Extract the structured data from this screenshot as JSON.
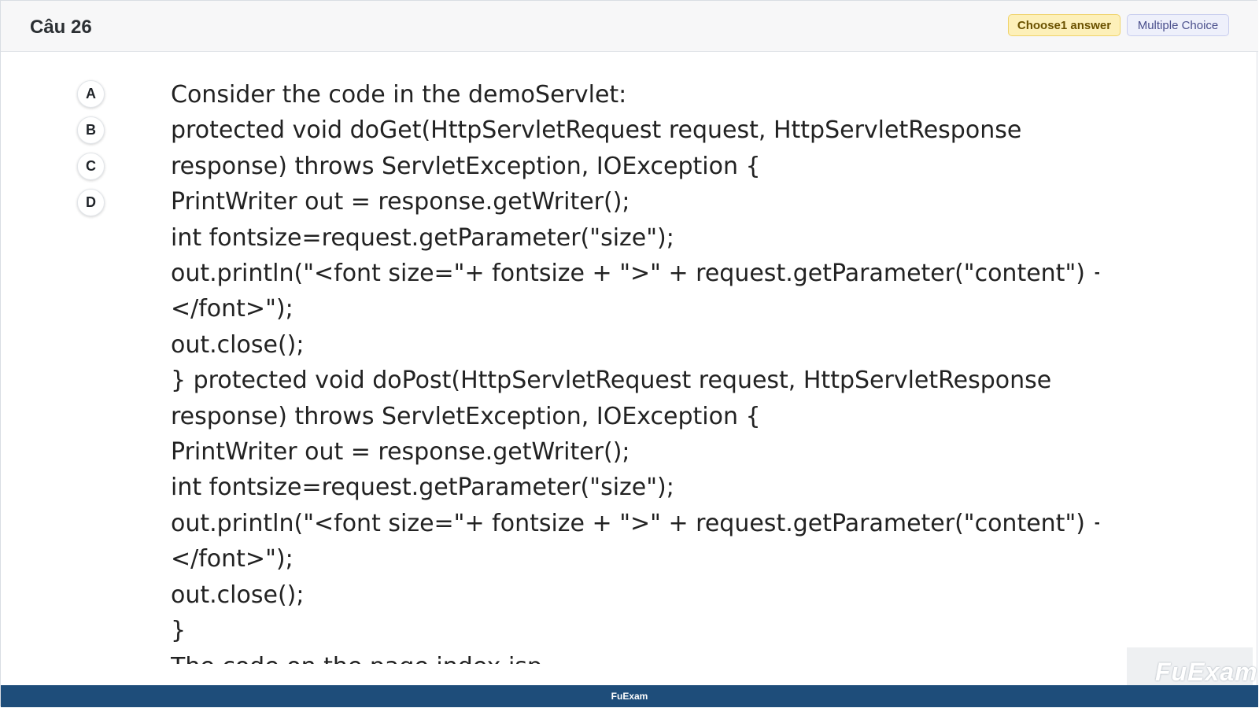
{
  "header": {
    "question_number": "Câu 26",
    "badge_choose": "Choose1 answer",
    "badge_type": "Multiple Choice"
  },
  "options": [
    "A",
    "B",
    "C",
    "D"
  ],
  "question_lines": [
    "Consider the code in the demoServlet:",
    "protected void doGet(HttpServletRequest request, HttpServletResponse",
    "response) throws ServletException, IOException {",
    "PrintWriter out = response.getWriter();",
    "int fontsize=request.getParameter(\"size\");",
    "out.println(\"<font size=\"+ fontsize + \">\" + request.getParameter(\"content\") + \"",
    "</font>\");",
    "out.close();",
    "} protected void doPost(HttpServletRequest request, HttpServletResponse",
    "response) throws ServletException, IOException {",
    "PrintWriter out = response.getWriter();",
    "int fontsize=request.getParameter(\"size\");",
    "out.println(\"<font size=\"+ fontsize + \">\" + request.getParameter(\"content\") + \"",
    "</font>\");",
    "out.close();",
    "}",
    "The code on the page index.jsp"
  ],
  "watermark": "FuExam",
  "footer": {
    "brand": "FuExam"
  }
}
